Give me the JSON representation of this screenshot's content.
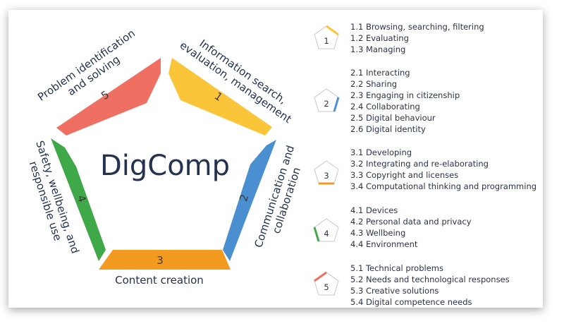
{
  "center_title": "DigComp",
  "colors": {
    "area1": "#fbc53a",
    "area2": "#4a8fcf",
    "area3": "#f39b21",
    "area4": "#3fa848",
    "area5": "#ef6f63",
    "text": "#23324f",
    "badge_border": "#c8c8c8"
  },
  "areas": [
    {
      "num": "1",
      "line1": "Information search,",
      "line2": "evaluation, management"
    },
    {
      "num": "2",
      "line1": "Communication and",
      "line2": "collaboration"
    },
    {
      "num": "3",
      "line1": "Content creation",
      "line2": ""
    },
    {
      "num": "4",
      "line1": "Safety, wellbeing, and",
      "line2": "responsible use"
    },
    {
      "num": "5",
      "line1": "Problem identification",
      "line2": "and solving"
    }
  ],
  "groups": [
    {
      "num": "1",
      "color_key": "area1",
      "items": [
        "1.1 Browsing, searching, filtering",
        "1.2 Evaluating",
        "1.3 Managing"
      ]
    },
    {
      "num": "2",
      "color_key": "area2",
      "items": [
        "2.1 Interacting",
        "2.2 Sharing",
        "2.3 Engaging in citizenship",
        "2.4 Collaborating",
        "2.5 Digital behaviour",
        "2.6 Digital identity"
      ]
    },
    {
      "num": "3",
      "color_key": "area3",
      "items": [
        "3.1 Developing",
        "3.2 Integrating and re-elaborating",
        "3.3 Copyright and licenses",
        "3.4 Computational thinking and programming"
      ]
    },
    {
      "num": "4",
      "color_key": "area4",
      "items": [
        "4.1 Devices",
        "4.2 Personal data and privacy",
        "4.3 Wellbeing",
        "4.4 Environment"
      ]
    },
    {
      "num": "5",
      "color_key": "area5",
      "items": [
        "5.1 Technical problems",
        "5.2 Needs and technological responses",
        "5.3 Creative solutions",
        "5.4 Digital competence needs"
      ]
    }
  ]
}
